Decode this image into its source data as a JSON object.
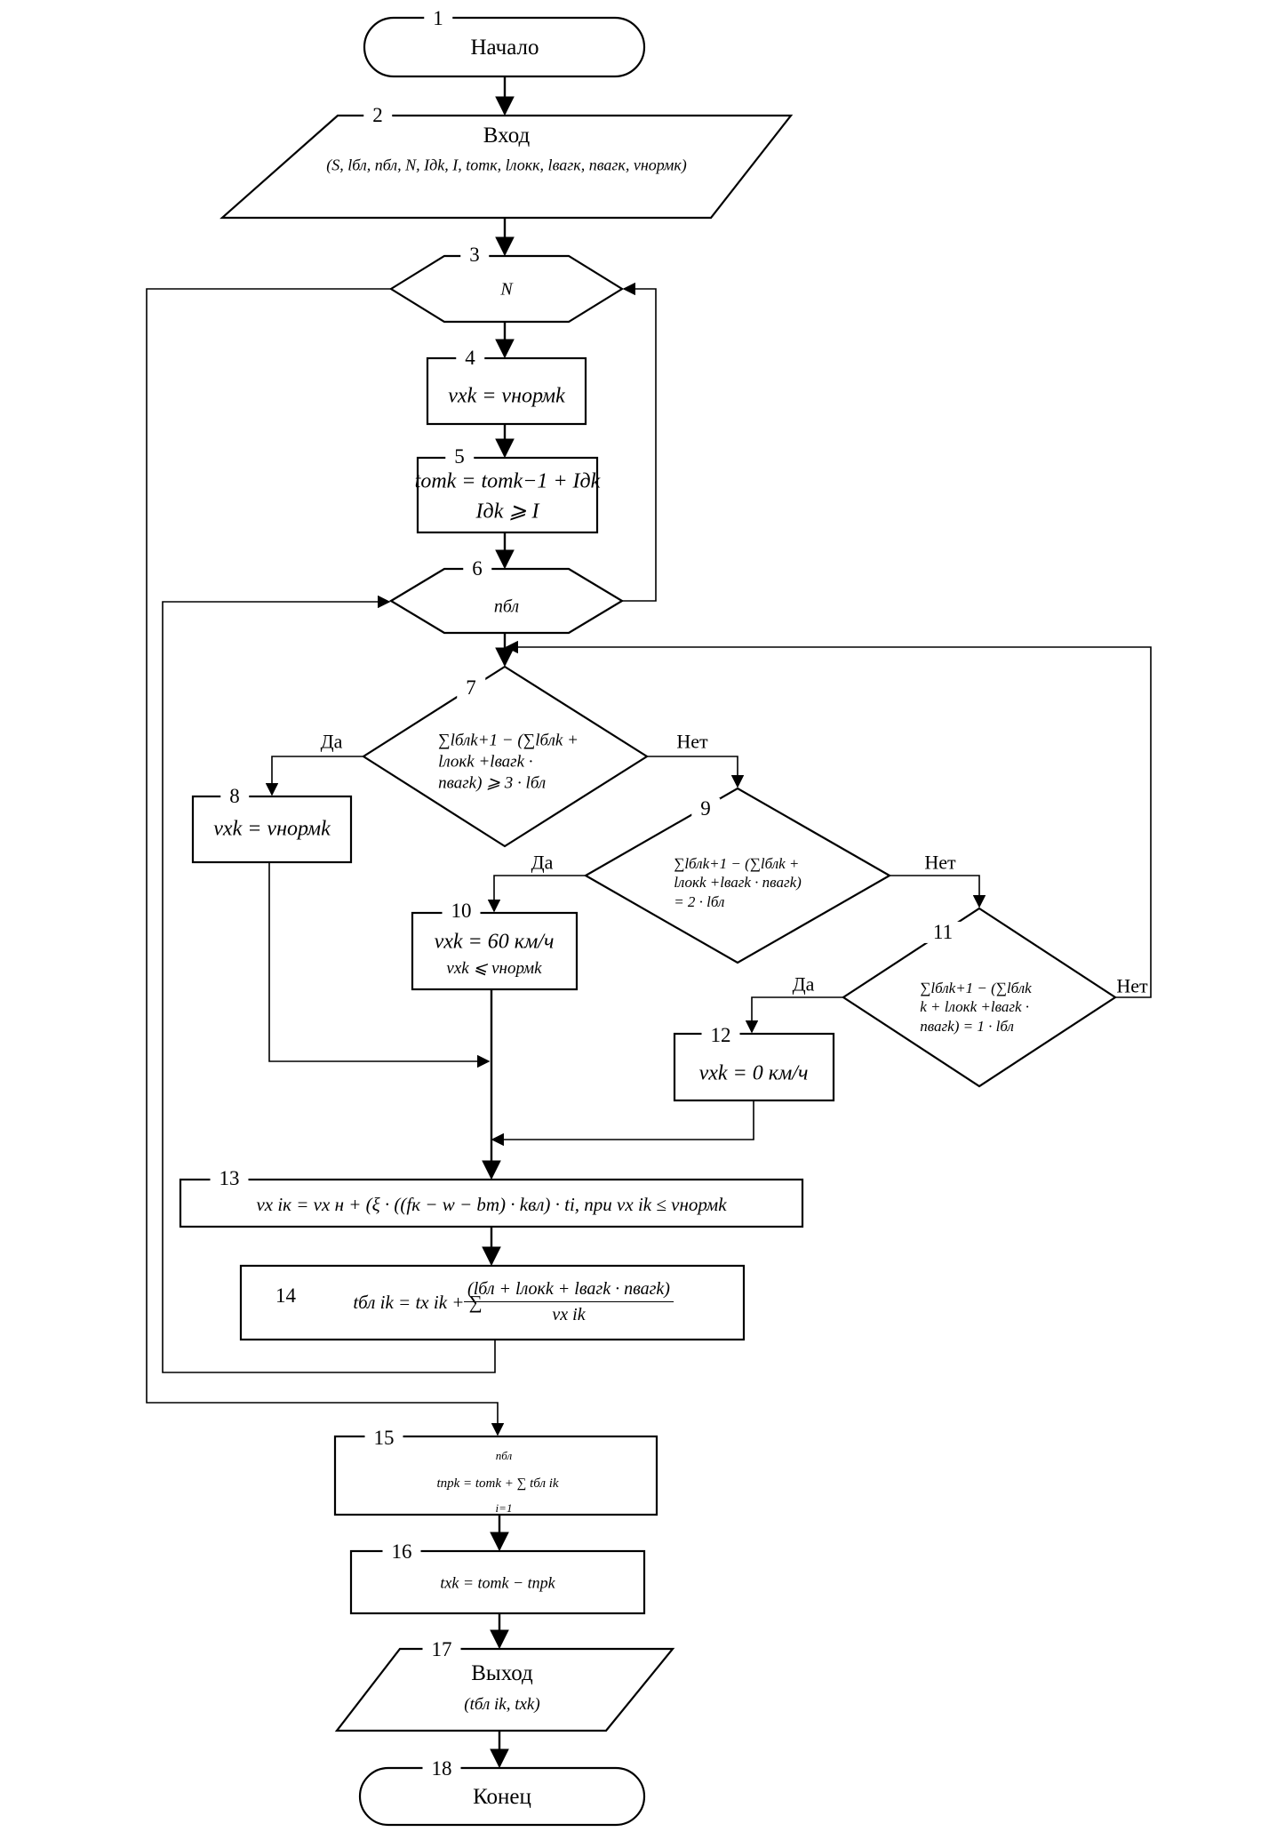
{
  "diagram": {
    "type": "flowchart",
    "blocks": [
      {
        "id": "1",
        "shape": "terminator",
        "text": "Начало"
      },
      {
        "id": "2",
        "shape": "input",
        "title": "Вход",
        "text": "(S, lбл, nбл, N, Iдk, I, tотк, lлокк, lвагк, nвагк, vнормк)"
      },
      {
        "id": "3",
        "shape": "loop",
        "text": "N"
      },
      {
        "id": "4",
        "shape": "process",
        "text": "vхk = vнормk"
      },
      {
        "id": "5",
        "shape": "process",
        "text": "tотk = tотk−1 + Iдk",
        "text2": "Iдk ⩾ I"
      },
      {
        "id": "6",
        "shape": "loop",
        "text": "nбл"
      },
      {
        "id": "7",
        "shape": "decision",
        "lines": [
          "∑lблk+1 − (∑lблk +",
          "lлокk  +lвагk  ·",
          "nвагk) ⩾ 3 · lбл"
        ]
      },
      {
        "id": "8",
        "shape": "process",
        "text": "vхk = vнормk"
      },
      {
        "id": "9",
        "shape": "decision",
        "lines": [
          "∑lблk+1 − (∑lблk +",
          "lлокk +lвагk · nвагk)",
          "= 2 · lбл"
        ]
      },
      {
        "id": "10",
        "shape": "process",
        "text": "vхk = 60 км/ч",
        "text2": "vхk ⩽ vнормk"
      },
      {
        "id": "11",
        "shape": "decision",
        "lines": [
          "∑lблk+1 − (∑lблk",
          "k + lлокk +lвагk ·",
          "nвагk) = 1 · lбл"
        ]
      },
      {
        "id": "12",
        "shape": "process",
        "text": "vхk = 0 км/ч"
      },
      {
        "id": "13",
        "shape": "process",
        "text": "vх iк = vх н + (ξ · ((fк − w − bт) · kвл) · ti, при vх ik ≤ vнормk"
      },
      {
        "id": "14",
        "shape": "process",
        "lhs": "tбл ik = tх ik + ∑",
        "numerator": "(lбл + lлокk + lвагk · nвагk)",
        "denominator": "vх ik"
      },
      {
        "id": "15",
        "shape": "process",
        "text": "tпрk = tотk + ∑ tбл ik",
        "sum_upper": "nбл",
        "sum_lower": "i=1"
      },
      {
        "id": "16",
        "shape": "process",
        "text": "tхk = tотk − tпрk"
      },
      {
        "id": "17",
        "shape": "output",
        "title": "Выход",
        "text": "(tбл ik, tхk)"
      },
      {
        "id": "18",
        "shape": "terminator",
        "text": "Конец"
      }
    ],
    "branch_labels": {
      "b7_yes": "Да",
      "b7_no": "Нет",
      "b9_yes": "Да",
      "b9_no": "Нет",
      "b11_yes": "Да",
      "b11_no": "Нет"
    }
  }
}
